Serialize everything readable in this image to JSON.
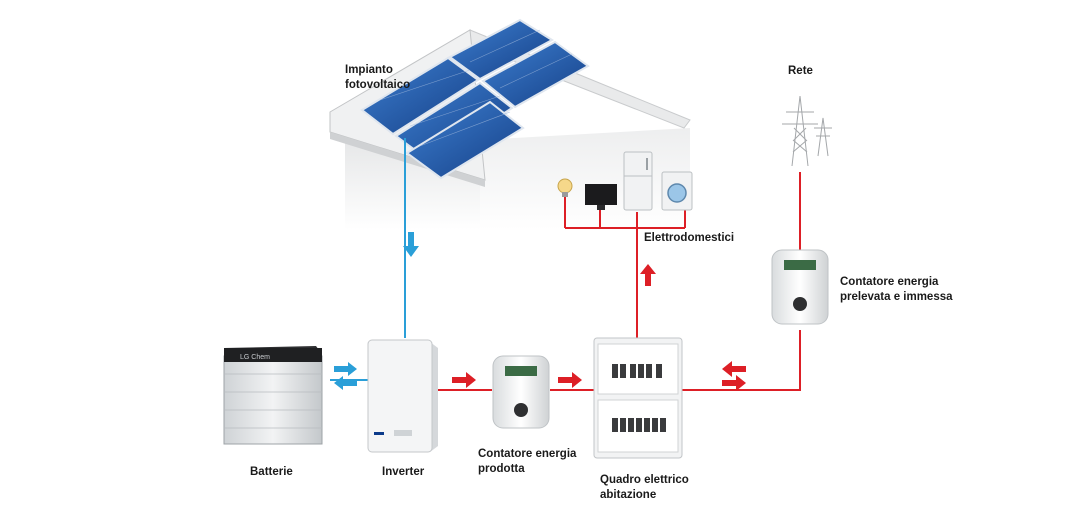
{
  "labels": {
    "pv": [
      "Impianto",
      "fotovoltaico"
    ],
    "grid": "Rete",
    "appliances": "Elettrodomestici",
    "bidirectional_meter": [
      "Contatore energia",
      "prelevata e immessa"
    ],
    "batteries": "Batterie",
    "inverter": "Inverter",
    "production_meter": [
      "Contatore energia",
      "prodotta"
    ],
    "panel": [
      "Quadro elettrico",
      "abitazione"
    ]
  },
  "battery_brand": "LG Chem",
  "colors": {
    "dc_flow": "#2a9fd8",
    "ac_flow": "#dd1f26",
    "solar_cell": "#1f57a8"
  }
}
